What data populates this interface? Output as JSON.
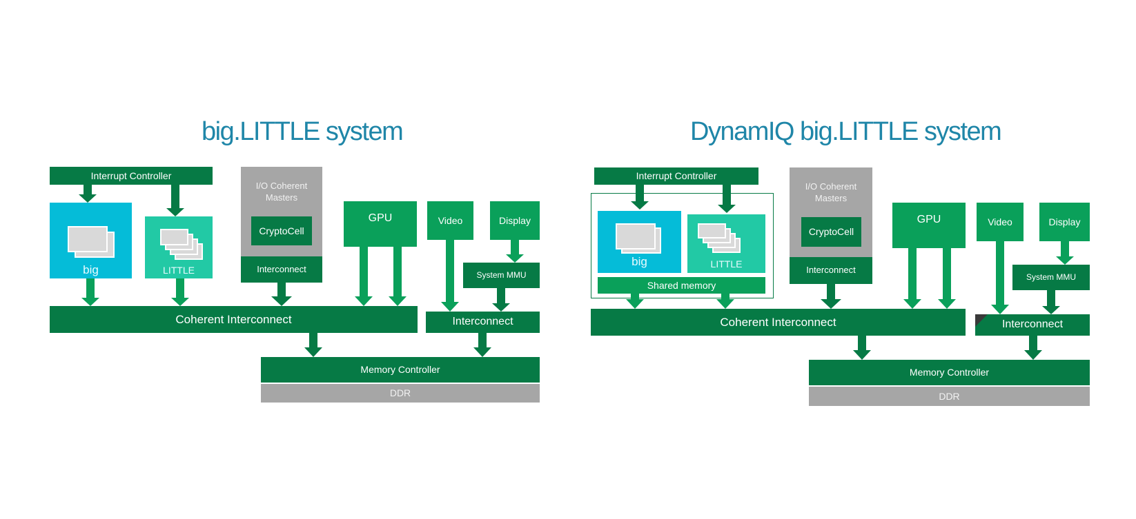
{
  "colors": {
    "title": "#1f86a8",
    "dark_green": "#067a45",
    "mid_green": "#0aa05a",
    "gray": "#a6a6a6",
    "big_cluster": "#05bcd8",
    "little_cluster": "#22c9a5",
    "core_card": "#d9d9d9"
  },
  "left": {
    "title": "big.LITTLE system",
    "interrupt_controller": "Interrupt Controller",
    "big": "big",
    "little": "LITTLE",
    "io_masters": "I/O Coherent\nMasters",
    "io_masters_line1": "I/O Coherent",
    "io_masters_line2": "Masters",
    "cryptocell": "CryptoCell",
    "io_interconnect": "Interconnect",
    "gpu": "GPU",
    "video": "Video",
    "display": "Display",
    "system_mmu": "System MMU",
    "coherent_interconnect": "Coherent Interconnect",
    "media_interconnect": "Interconnect",
    "memory_controller": "Memory Controller",
    "ddr": "DDR"
  },
  "right": {
    "title": "DynamIQ big.LITTLE system",
    "interrupt_controller": "Interrupt Controller",
    "big": "big",
    "little": "LITTLE",
    "shared_memory": "Shared memory",
    "io_masters_line1": "I/O Coherent",
    "io_masters_line2": "Masters",
    "cryptocell": "CryptoCell",
    "io_interconnect": "Interconnect",
    "gpu": "GPU",
    "video": "Video",
    "display": "Display",
    "system_mmu": "System MMU",
    "coherent_interconnect": "Coherent Interconnect",
    "media_interconnect": "Interconnect",
    "memory_controller": "Memory Controller",
    "ddr": "DDR"
  }
}
